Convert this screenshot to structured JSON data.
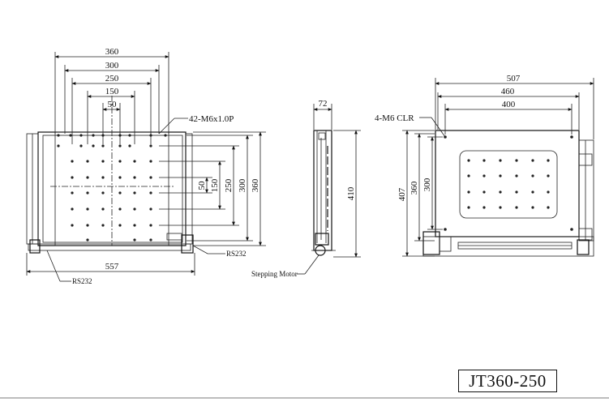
{
  "front_view": {
    "dims_top": [
      "360",
      "300",
      "250",
      "150",
      "50"
    ],
    "dims_right": [
      "50",
      "150",
      "250",
      "300",
      "360"
    ],
    "bottom_dim": "557",
    "hole_callout": "42-M6x1.0P",
    "rs232_right": "RS232",
    "rs232_left": "RS232"
  },
  "side_view": {
    "width_dim": "72",
    "height_dim": "410",
    "motor_label": "Stepping Motor"
  },
  "top_view": {
    "dims_top": [
      "507",
      "460",
      "400"
    ],
    "dims_left": [
      "407",
      "360",
      "300"
    ],
    "hole_callout": "4-M6 CLR"
  },
  "model": "JT360-250"
}
